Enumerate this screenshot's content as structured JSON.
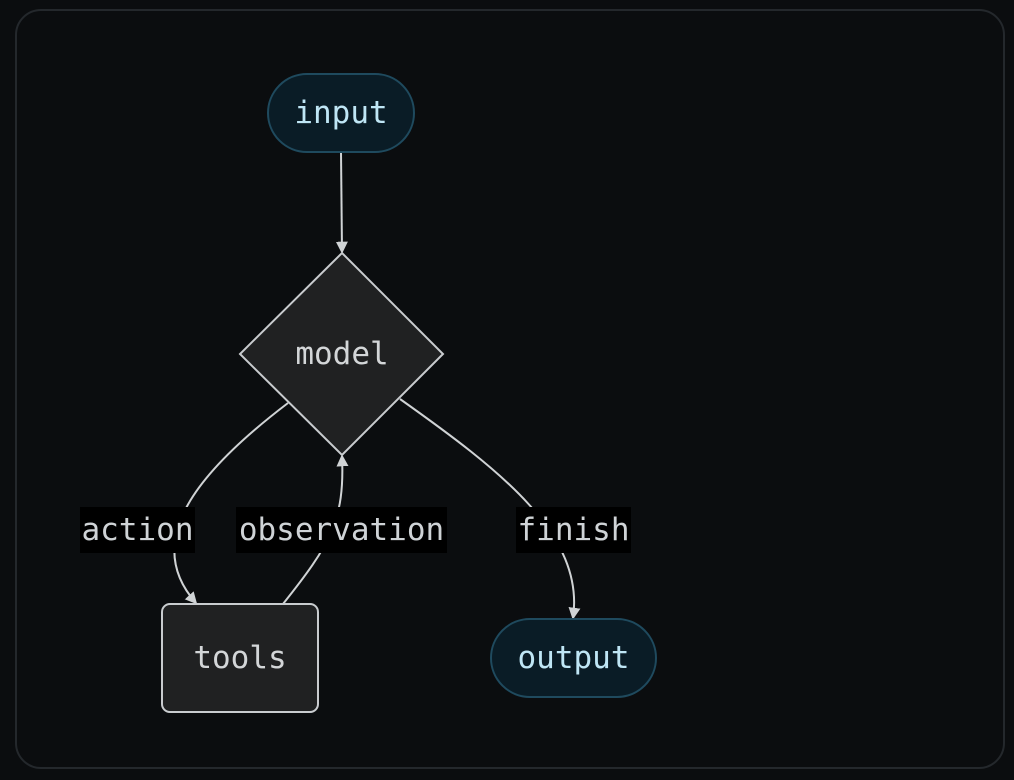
{
  "diagram": {
    "nodes": {
      "input": {
        "label": "input",
        "shape": "stadium"
      },
      "model": {
        "label": "model",
        "shape": "diamond"
      },
      "tools": {
        "label": "tools",
        "shape": "rounded-rect"
      },
      "output": {
        "label": "output",
        "shape": "stadium"
      }
    },
    "edges": {
      "input_model": {
        "from": "input",
        "to": "model",
        "label": ""
      },
      "model_tools": {
        "from": "model",
        "to": "tools",
        "label": "action"
      },
      "tools_model": {
        "from": "tools",
        "to": "model",
        "label": "observation"
      },
      "model_output": {
        "from": "model",
        "to": "output",
        "label": "finish"
      }
    },
    "colors": {
      "background": "#0b0d0f",
      "terminal_fill": "#0a1c26",
      "terminal_stroke": "#1f4a5e",
      "terminal_text": "#bfe6f5",
      "node_fill": "#202122",
      "node_stroke": "#c9cccf",
      "node_text": "#d3d6d8",
      "edge_stroke": "#d0d3d5",
      "edge_label_bg": "#000000"
    }
  }
}
